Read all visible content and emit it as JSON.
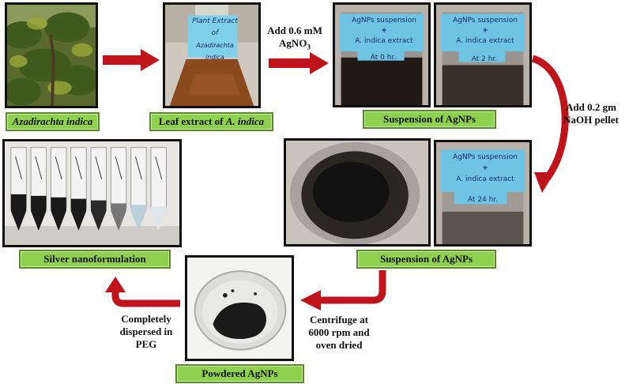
{
  "labels": {
    "azadirachta": "Azadirachta indica",
    "leaf_extract_prefix": "Leaf extract of ",
    "leaf_extract_species": "A. indica",
    "suspension_top": "Suspension of AgNPs",
    "suspension_mid": "Suspension of AgNPs",
    "silver_nano": "Silver nanoformulation",
    "powdered": "Powdered AgNPs"
  },
  "steps": {
    "add_agno3_line1": "Add 0.6 mM",
    "add_agno3_line2": "AgNO",
    "add_agno3_sub": "3",
    "add_naoh_line1": "Add 0.2 gm",
    "add_naoh_line2": "NaOH pellet",
    "centrifuge_line1": "Centrifuge at",
    "centrifuge_line2": "6000 rpm and",
    "centrifuge_line3": "oven dried",
    "peg_line1": "Completely",
    "peg_line2": "dispersed in",
    "peg_line3": "PEG"
  },
  "jar_notes": {
    "plant_extract_1": "Plant Extract",
    "plant_extract_2": "of",
    "plant_extract_3": "Azadirachta indica",
    "susp_line1": "AgNPs suspension",
    "susp_line2": "+",
    "susp_line3": "A. indica extract",
    "time_0": "At 0 hr.",
    "time_2": "At 2 hr.",
    "time_24": "At 24 hr."
  },
  "colors": {
    "label_fill": "#8fd14f",
    "arrow_red": "#c0141c",
    "extract_brown": "#8a4a1e",
    "agnp_dark": "#1f1a16"
  }
}
